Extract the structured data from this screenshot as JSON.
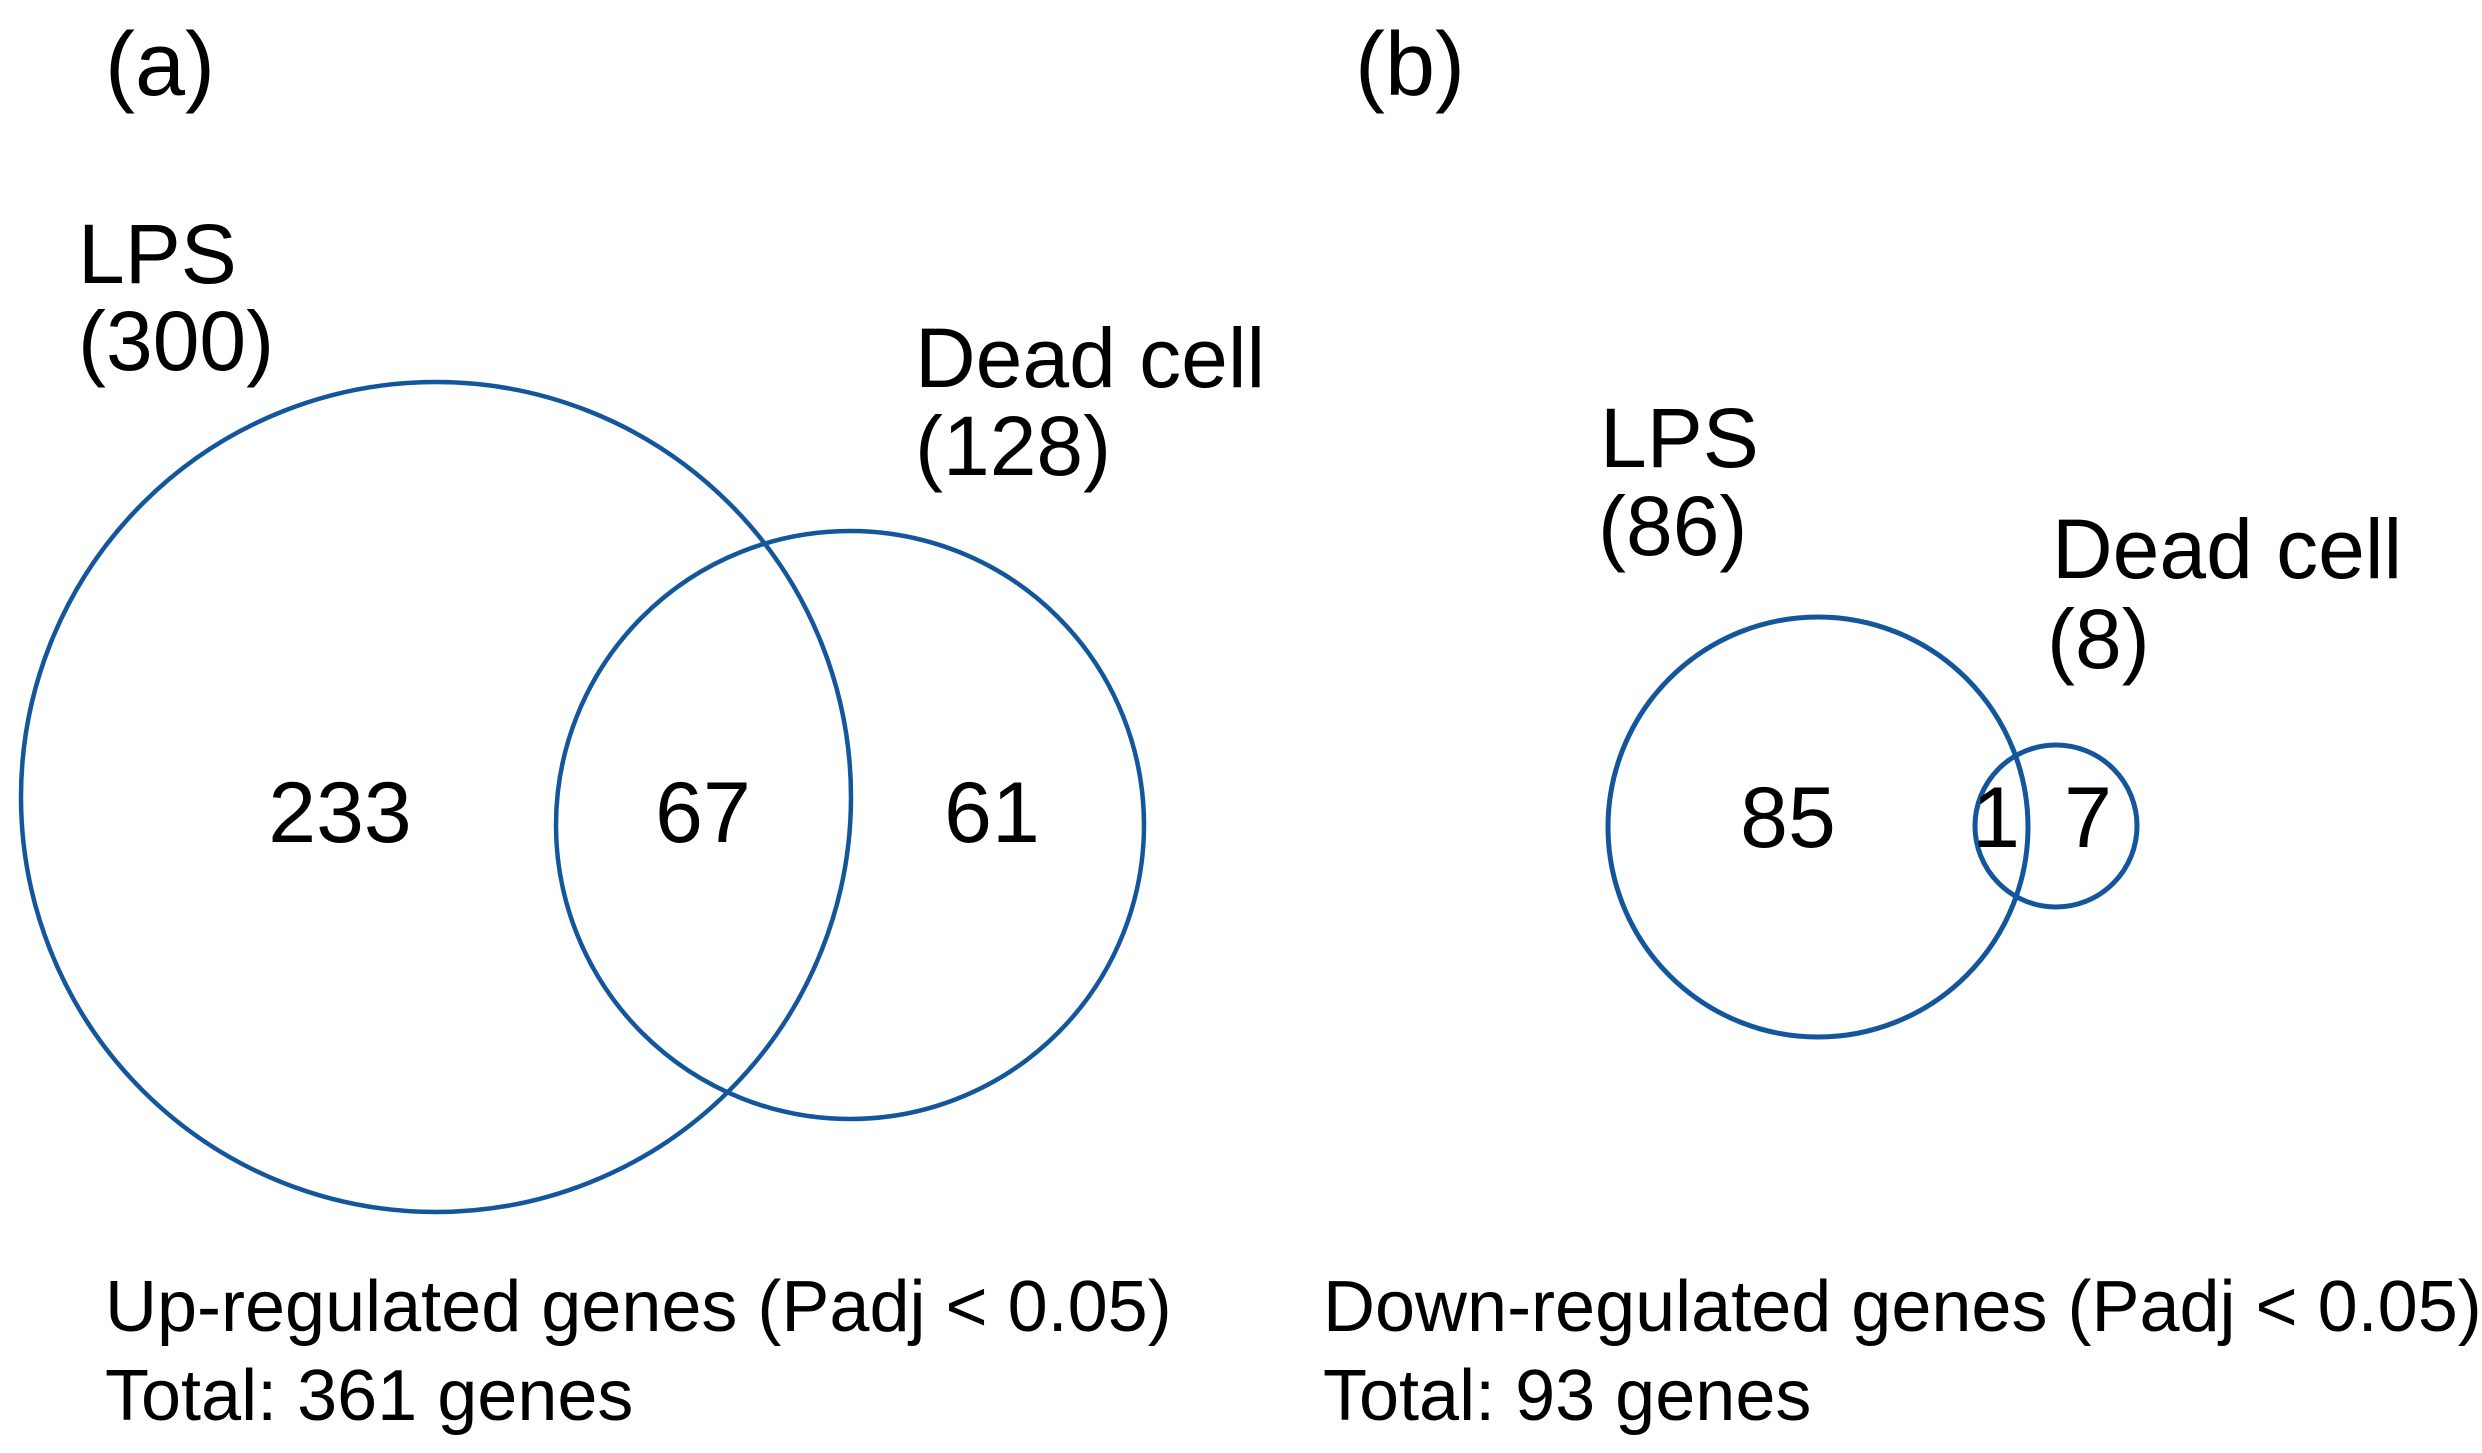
{
  "figure": {
    "background": "#FFFFFF",
    "stroke_color": "#14569B",
    "text_color": "#000000"
  },
  "panels": [
    {
      "letter": "(a)",
      "sets": [
        {
          "label": "LPS",
          "count": "(300)"
        },
        {
          "label": "Dead cell",
          "count": "(128)"
        }
      ],
      "regions": {
        "left_only": "233",
        "intersection": "67",
        "right_only": "61"
      },
      "caption": {
        "line1": "Up-regulated genes (Padj < 0.05)",
        "line2": "Total: 361 genes"
      }
    },
    {
      "letter": "(b)",
      "sets": [
        {
          "label": "LPS",
          "count": "(86)"
        },
        {
          "label": "Dead cell",
          "count": "(8)"
        }
      ],
      "regions": {
        "left_only": "85",
        "intersection": "1",
        "right_only": "7"
      },
      "caption": {
        "line1": "Down-regulated genes (Padj < 0.05)",
        "line2": "Total: 93 genes"
      }
    }
  ],
  "chart_data": [
    {
      "type": "venn",
      "panel": "a",
      "title": "Up-regulated genes (Padj < 0.05)",
      "total_genes": 361,
      "sets": [
        {
          "name": "LPS",
          "size": 300
        },
        {
          "name": "Dead cell",
          "size": 128
        }
      ],
      "regions": {
        "LPS_only": 233,
        "LPS_and_Dead_cell": 67,
        "Dead_cell_only": 61
      }
    },
    {
      "type": "venn",
      "panel": "b",
      "title": "Down-regulated genes (Padj < 0.05)",
      "total_genes": 93,
      "sets": [
        {
          "name": "LPS",
          "size": 86
        },
        {
          "name": "Dead cell",
          "size": 8
        }
      ],
      "regions": {
        "LPS_only": 85,
        "LPS_and_Dead_cell": 1,
        "Dead_cell_only": 7
      }
    }
  ]
}
